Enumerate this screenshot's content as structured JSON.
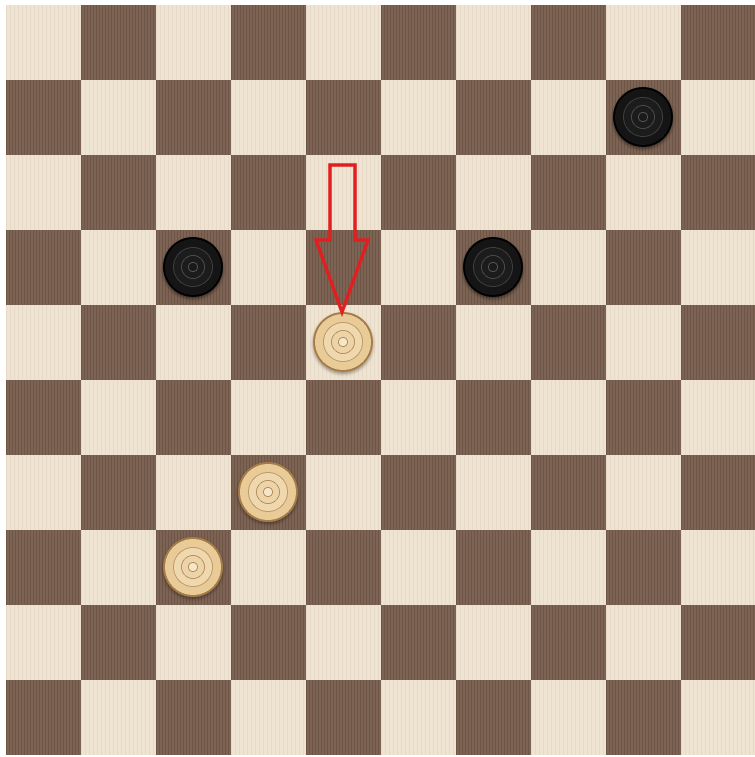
{
  "board": {
    "size": 10,
    "colors": {
      "light": "#efe3d2",
      "dark": "#7d6353",
      "arrow": "#e02020"
    },
    "pieces": [
      {
        "color": "black",
        "row": 1,
        "col": 8
      },
      {
        "color": "black",
        "row": 3,
        "col": 2
      },
      {
        "color": "black",
        "row": 3,
        "col": 6
      },
      {
        "color": "white",
        "row": 4,
        "col": 4
      },
      {
        "color": "white",
        "row": 6,
        "col": 3
      },
      {
        "color": "white",
        "row": 7,
        "col": 2
      }
    ],
    "highlight": {
      "type": "down-arrow",
      "target_row": 4,
      "target_col": 4
    }
  }
}
